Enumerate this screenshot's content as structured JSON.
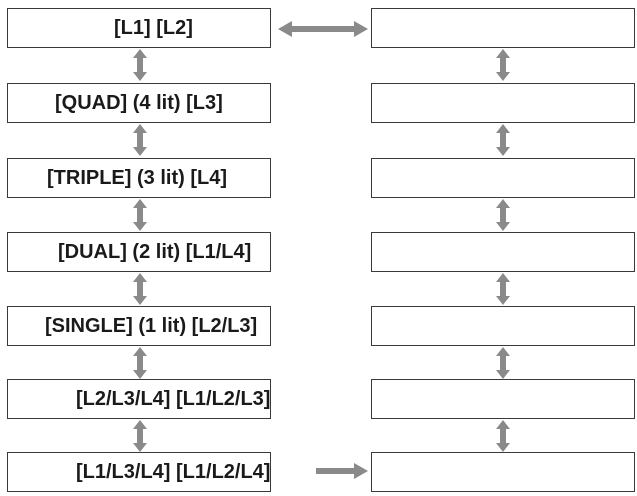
{
  "colors": {
    "arrow": "#8a8a8a",
    "border": "#3a3a3a",
    "text": "#1a1a1a"
  },
  "rows": [
    {
      "label": "[L1] [L2]"
    },
    {
      "label": "[QUAD] (4 lit) [L3]"
    },
    {
      "label": "[TRIPLE] (3 lit) [L4]"
    },
    {
      "label": "[DUAL] (2 lit) [L1/L4]"
    },
    {
      "label": "[SINGLE] (1 lit) [L2/L3]"
    },
    {
      "label": "[L2/L3/L4] [L1/L2/L3]"
    },
    {
      "label": "[L1/L3/L4] [L1/L2/L4]"
    }
  ]
}
